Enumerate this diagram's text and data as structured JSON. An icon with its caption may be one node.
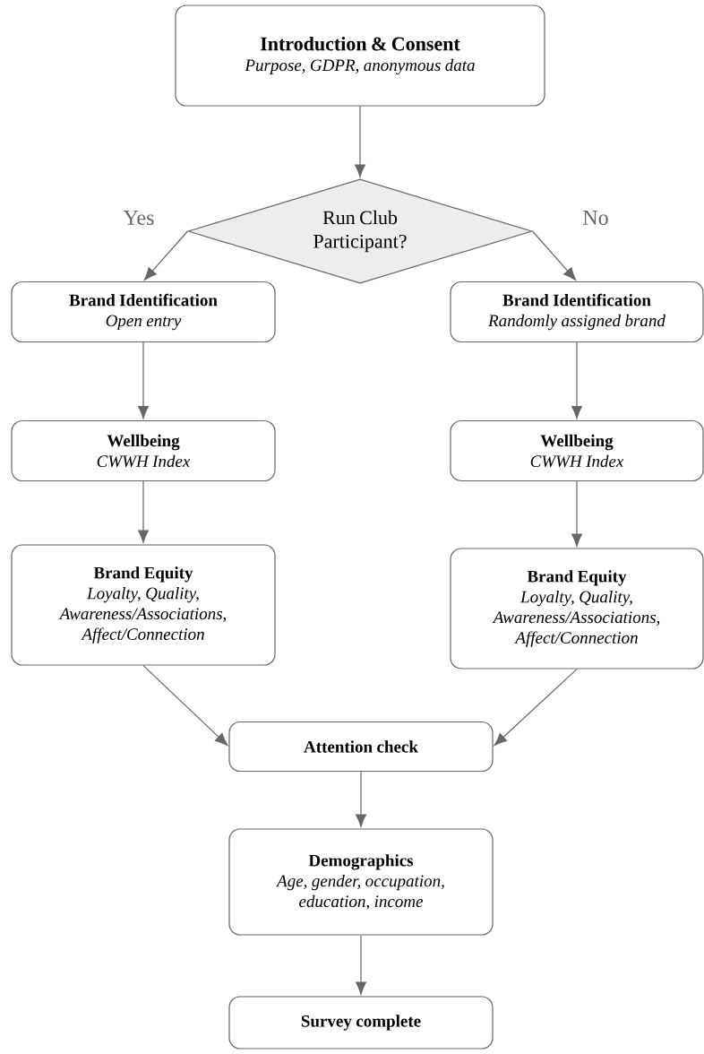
{
  "diagram": {
    "nodes": [
      {
        "text": [
          "Introduction & Consent",
          "Purpose, GDPR, anonymous data"
        ]
      },
      {
        "text": [
          "Run Club Participant?"
        ]
      },
      {
        "text": [
          "Brand Identification",
          "Open entry"
        ]
      },
      {
        "text": [
          "Brand Identification",
          "Randomly assigned brand"
        ]
      },
      {
        "text": [
          "Wellbeing",
          "CWWH Index"
        ]
      },
      {
        "text": [
          "Wellbeing",
          "CWWH Index"
        ]
      },
      {
        "text": [
          "Brand Equity",
          "Loyalty, Quality, Awareness/Associations, Affect/Connection"
        ]
      },
      {
        "text": [
          "Brand Equity",
          "Loyalty, Quality, Awareness/Associations, Affect/Connection"
        ]
      },
      {
        "text": [
          "Attention check"
        ]
      },
      {
        "text": [
          "Demographics",
          "Age, gender, occupation, education, income"
        ]
      },
      {
        "text": [
          "Survey complete"
        ]
      }
    ],
    "edges": [
      {
        "from": 0,
        "to": 1,
        "arrow": "to"
      },
      {
        "from": 1,
        "to": 2,
        "arrow": "to",
        "label": "Yes"
      },
      {
        "from": 1,
        "to": 3,
        "arrow": "to",
        "label": "No"
      },
      {
        "from": 2,
        "to": 4,
        "arrow": "to"
      },
      {
        "from": 3,
        "to": 5,
        "arrow": "to"
      },
      {
        "from": 4,
        "to": 6,
        "arrow": "to"
      },
      {
        "from": 5,
        "to": 7,
        "arrow": "to"
      },
      {
        "from": 6,
        "to": 8,
        "arrow": "to"
      },
      {
        "from": 7,
        "to": 8,
        "arrow": "to"
      },
      {
        "from": 8,
        "to": 9,
        "arrow": "to"
      },
      {
        "from": 9,
        "to": 10,
        "arrow": "to"
      }
    ]
  }
}
